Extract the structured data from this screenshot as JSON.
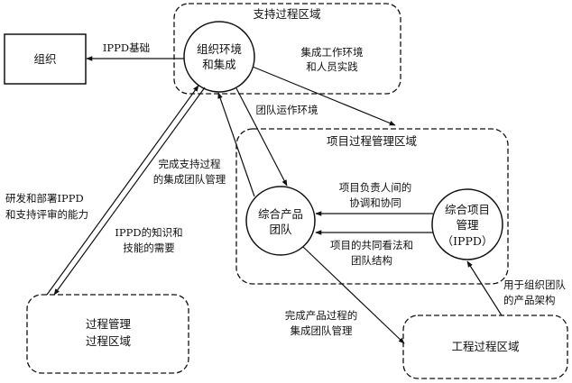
{
  "regions": {
    "support": {
      "title": "支持过程区域"
    },
    "project": {
      "title": "项目过程管理区域"
    },
    "process_mgmt": {
      "line1": "过程管理",
      "line2": "过程区域"
    },
    "engineering": {
      "title": "工程过程区域"
    }
  },
  "nodes": {
    "organization": {
      "label": "组织"
    },
    "org_env": {
      "line1": "组织环境",
      "line2": "和集成"
    },
    "ipt": {
      "line1": "综合产品",
      "line2": "团队"
    },
    "ippd": {
      "line1": "综合项目",
      "line2": "管理",
      "line3": "（IPPD）"
    }
  },
  "edges": {
    "ippd_basis": "IPPD基础",
    "env_practice": {
      "line1": "集成工作环境",
      "line2": "和人员实践"
    },
    "team_env": "团队运作环境",
    "support_team_mgmt": {
      "line1": "完成支持过程",
      "line2": "的集成团队管理"
    },
    "deploy_ippd": {
      "line1": "研发和部署IPPD",
      "line2": "和支持评审的能力"
    },
    "ippd_knowledge": {
      "line1": "IPPD的知识和",
      "line2": "技能的需要"
    },
    "coordination": {
      "line1": "项目负责人间的",
      "line2": "协调和协同"
    },
    "shared_vision": {
      "line1": "项目的共同看法和",
      "line2": "团队结构"
    },
    "product_arch": {
      "line1": "用于组织团队",
      "line2": "的产品架构"
    },
    "product_team_mgmt": {
      "line1": "完成产品过程的",
      "line2": "集成团队管理"
    }
  },
  "colors": {
    "stroke": "#111111",
    "background": "#ffffff"
  }
}
